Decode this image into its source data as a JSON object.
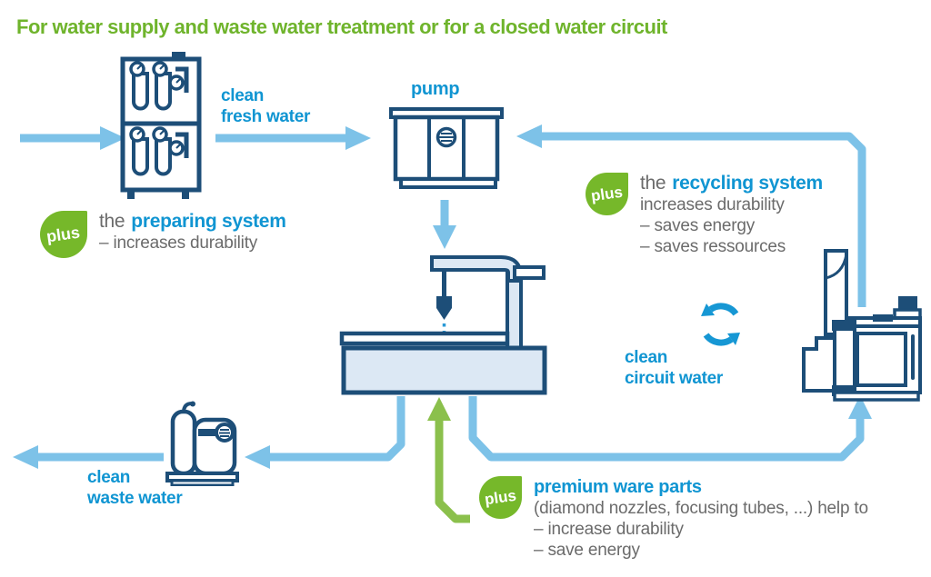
{
  "title": "For water supply and waste water treatment or for a closed water circuit",
  "badge_label": "plus",
  "flow_labels": {
    "clean_fresh_water": "clean\nfresh water",
    "pump": "pump",
    "clean_circuit_water": "clean\ncircuit water",
    "clean_waste_water": "clean\nwaste water"
  },
  "callouts": {
    "preparing": {
      "prefix": "the",
      "title": "preparing system",
      "lines": [
        "– increases durability"
      ]
    },
    "recycling": {
      "prefix": "the",
      "title": "recycling system",
      "lines": [
        "increases durability",
        "– saves energy",
        "– saves ressources"
      ]
    },
    "premium": {
      "title": "premium ware parts",
      "lines": [
        "(diamond nozzles, focusing tubes, ...) help to",
        "– increase durability",
        "– save energy"
      ]
    }
  },
  "icons": {
    "preparing-system-icon": "stacked water filter unit",
    "pump-icon": "high pressure pump cabinet",
    "cutting-machine-icon": "waterjet cutting machine with catch basin",
    "recycling-machine-icon": "water recycling unit",
    "waste-treatment-machine-icon": "waste water treatment unit",
    "recycle-icon": "two circular arrows",
    "plus-icon": "green leaf plus badge"
  },
  "colors": {
    "title_green": "#6fb42c",
    "badge_green": "#76b82a",
    "pipe_blue": "#7dc2e8",
    "pipe_green": "#8bc04c",
    "label_blue": "#1095d2",
    "outline_navy": "#1d4e78",
    "machine_fill": "#dce8f4",
    "text_gray": "#6b6b6b",
    "stream_blue": "#2a9ad6"
  }
}
